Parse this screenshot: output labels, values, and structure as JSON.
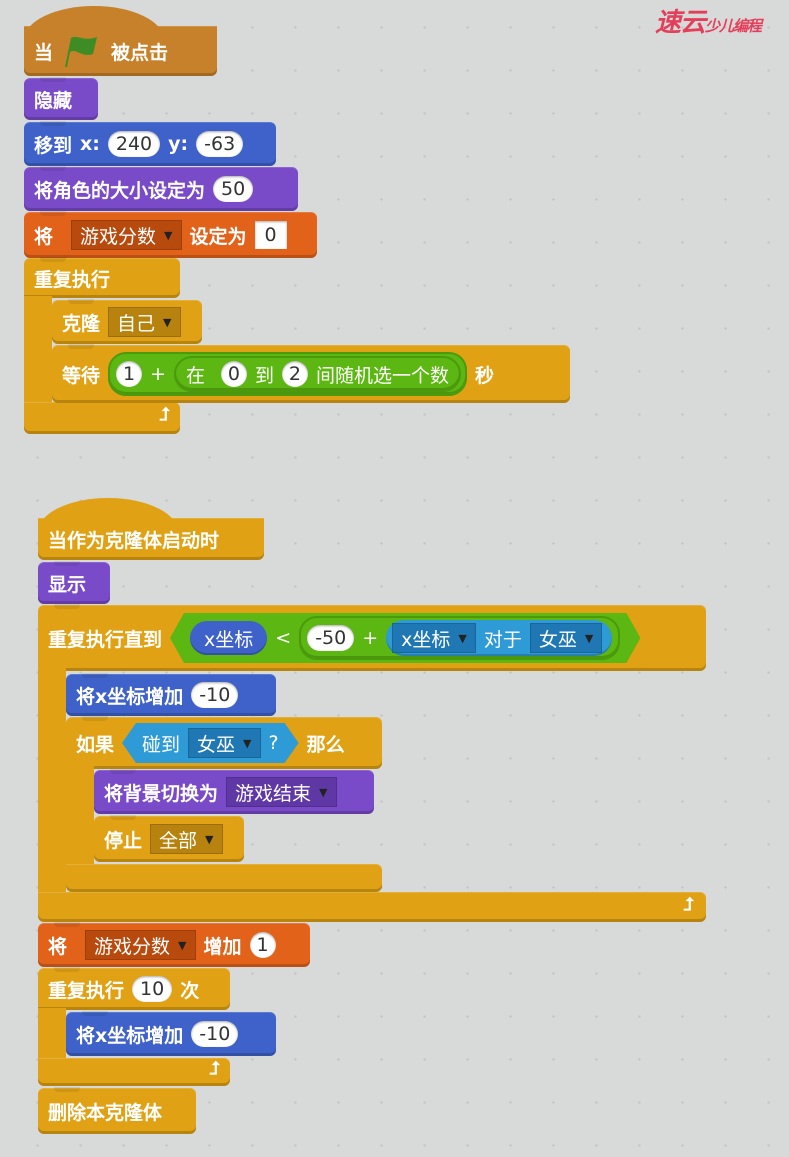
{
  "watermark": {
    "brand": "速云",
    "sub": "少儿编程",
    "color": "#e43f5a"
  },
  "script1": {
    "hat": {
      "prefix": "当",
      "icon": "green-flag",
      "suffix": "被点击"
    },
    "hide": "隐藏",
    "goto": {
      "label": "移到",
      "x_label": "x:",
      "x": "240",
      "y_label": "y:",
      "y": "-63"
    },
    "set_size": {
      "label": "将角色的大小设定为",
      "value": "50"
    },
    "set_var": {
      "prefix": "将",
      "variable": "游戏分数",
      "label": "设定为",
      "value": "0"
    },
    "forever": {
      "label": "重复执行",
      "clone": {
        "label": "克隆",
        "target": "自己"
      },
      "wait": {
        "label": "等待",
        "a": "1",
        "plus": "+",
        "random": {
          "prefix": "在",
          "from": "0",
          "mid": "到",
          "to": "2",
          "suffix": "间随机选一个数"
        },
        "unit": "秒"
      }
    }
  },
  "script2": {
    "hat": "当作为克隆体启动时",
    "show": "显示",
    "repeat_until": {
      "label": "重复执行直到",
      "cond": {
        "left": "x坐标",
        "op": "<",
        "num": "-50",
        "plus": "+",
        "of": {
          "attr": "x坐标",
          "mid": "对于",
          "sprite": "女巫"
        }
      },
      "change_x": {
        "label": "将x坐标增加",
        "value": "-10"
      },
      "if": {
        "label": "如果",
        "touch": "碰到",
        "sprite": "女巫",
        "q": "?",
        "then": "那么",
        "switch_backdrop": {
          "label": "将背景切换为",
          "backdrop": "游戏结束"
        },
        "stop": {
          "label": "停止",
          "option": "全部"
        }
      }
    },
    "change_var": {
      "prefix": "将",
      "variable": "游戏分数",
      "label": "增加",
      "value": "1"
    },
    "repeat": {
      "label": "重复执行",
      "times": "10",
      "suffix": "次",
      "change_x": {
        "label": "将x坐标增加",
        "value": "-10"
      }
    },
    "delete_clone": "删除本克隆体"
  }
}
